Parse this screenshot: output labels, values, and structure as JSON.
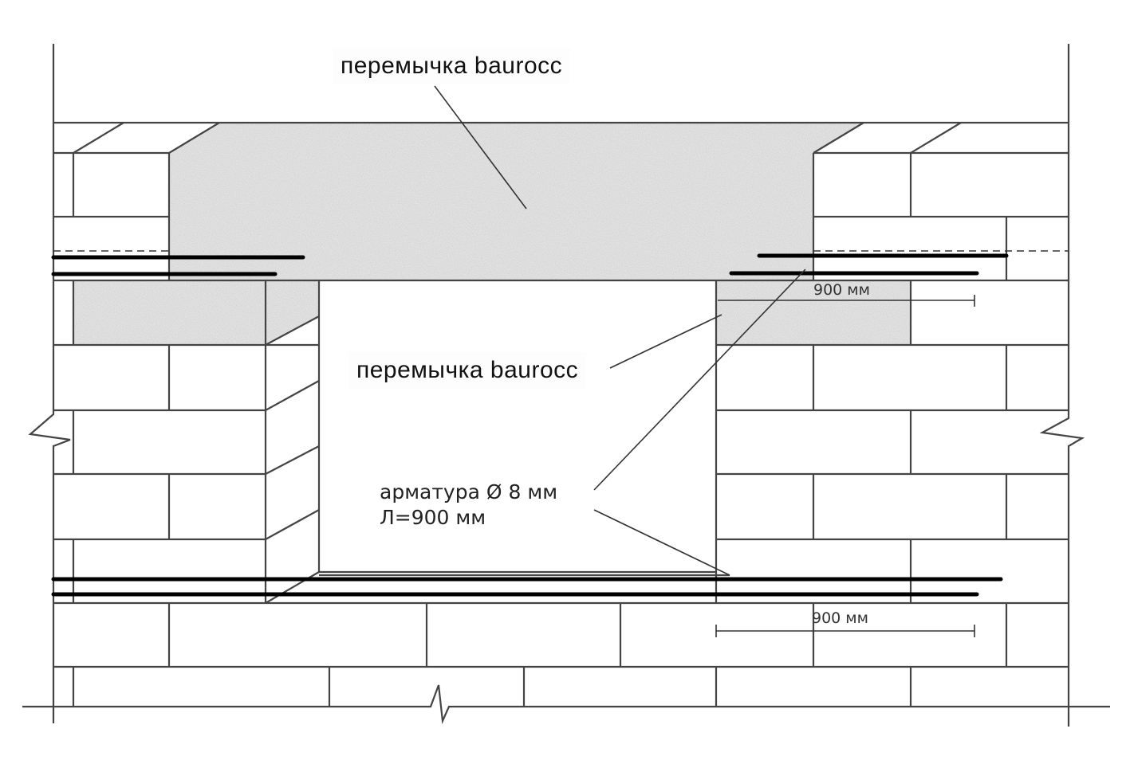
{
  "labels": {
    "lintel_top": "перемычка baurocc",
    "lintel_bottom": "перемычка baurocc",
    "rebar_line1": "арматура Ø 8 мм",
    "rebar_line2": "Л=900 мм",
    "dim_top": "900 мм",
    "dim_bottom": "900 мм"
  },
  "colors": {
    "line": "#444444",
    "rebar": "#000000",
    "aerated_concrete": "#e2e2e2"
  }
}
